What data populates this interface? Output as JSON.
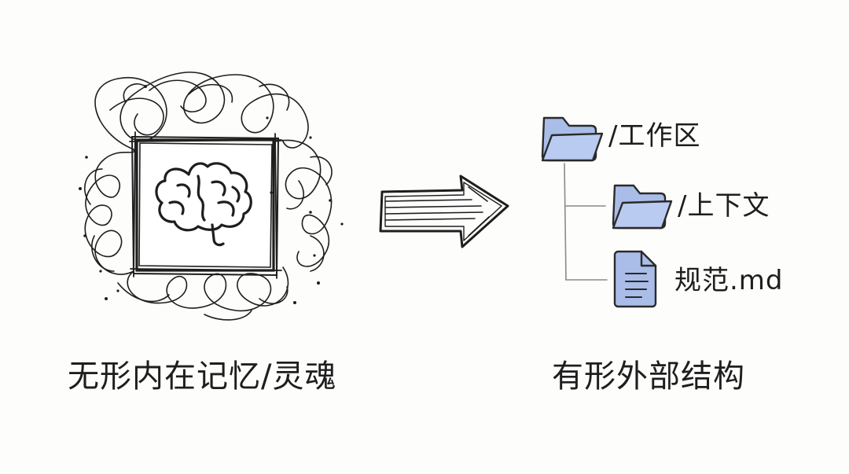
{
  "left_panel": {
    "caption": "无形内在记忆/灵魂",
    "brain_icon": "brain-icon",
    "frame": "scribbled-frame"
  },
  "arrow_icon": "right-arrow-icon",
  "right_panel": {
    "caption": "有形外部结构",
    "tree": {
      "root": {
        "label": "/工作区",
        "icon": "folder-icon"
      },
      "children": [
        {
          "label": "/上下文",
          "icon": "folder-icon"
        },
        {
          "label": "规范.md",
          "icon": "document-icon"
        }
      ]
    }
  },
  "colors": {
    "ink": "#1e1e1e",
    "folder_fill": "#a9bde8",
    "folder_stroke": "#2a2a2a",
    "background": "#fdfdfc"
  }
}
